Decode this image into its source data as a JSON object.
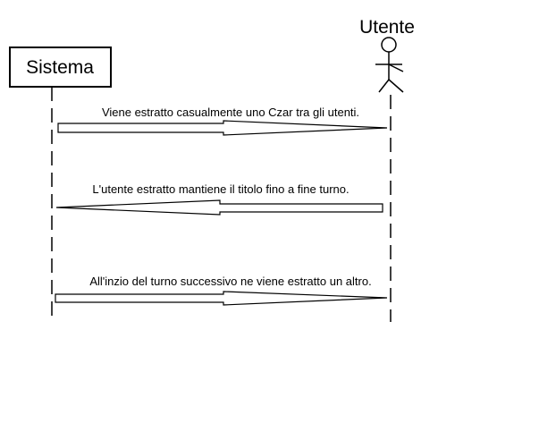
{
  "participants": {
    "system": {
      "label": "Sistema",
      "kind": "box"
    },
    "user": {
      "label": "Utente",
      "kind": "stick-figure"
    }
  },
  "messages": [
    {
      "text": "Viene estratto casualmente uno Czar tra gli utenti.",
      "from": "system",
      "to": "user"
    },
    {
      "text": "L'utente estratto mantiene il titolo fino a fine turno.",
      "from": "user",
      "to": "system"
    },
    {
      "text": "All'inzio del turno successivo ne viene estratto un altro.",
      "from": "system",
      "to": "user"
    }
  ],
  "colors": {
    "background": "#ffffff",
    "stroke": "#000000"
  }
}
